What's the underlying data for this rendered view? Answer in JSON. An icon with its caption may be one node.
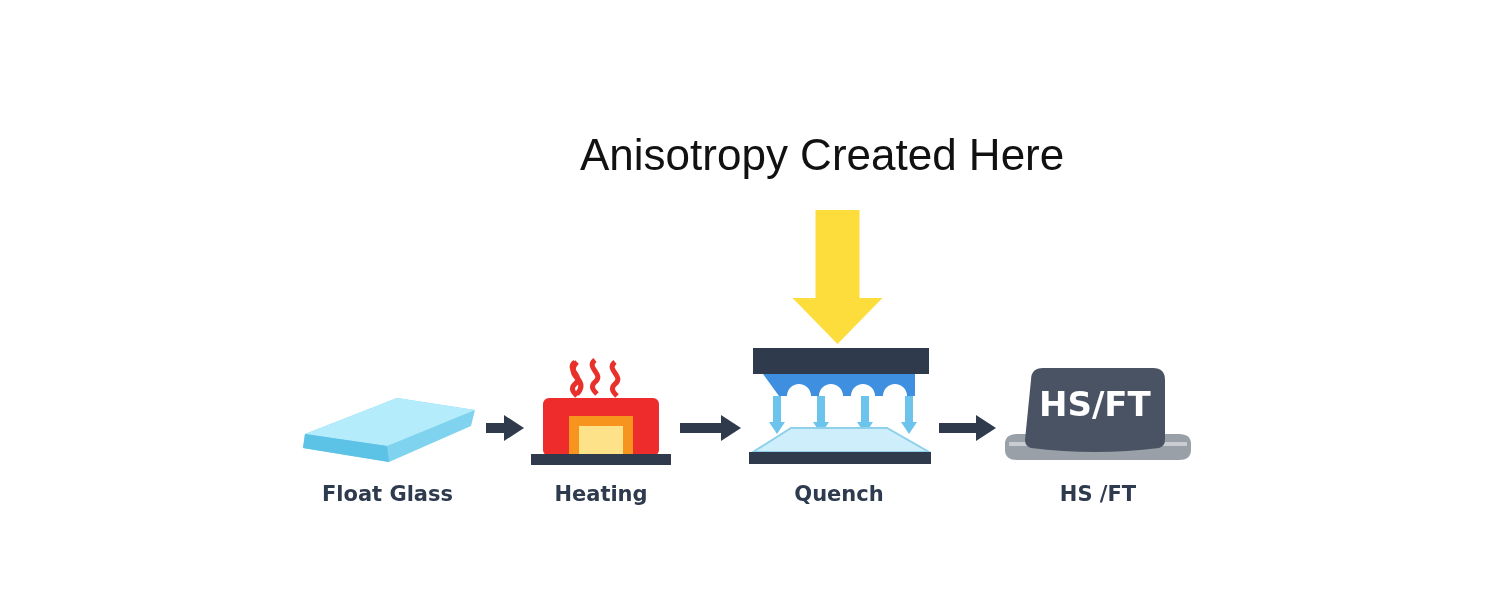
{
  "diagram": {
    "nodes": [
      {
        "text": [
          "Anisotropy Created Here"
        ]
      },
      {
        "text": [
          "Float Glass"
        ]
      },
      {
        "text": [
          "Heating"
        ]
      },
      {
        "text": [
          "Quench"
        ]
      },
      {
        "text": [
          "HS/FT",
          "HS /FT"
        ]
      }
    ],
    "edges": [
      {
        "from": 1,
        "to": 2,
        "arrow": "to"
      },
      {
        "from": 2,
        "to": 3,
        "arrow": "to"
      },
      {
        "from": 3,
        "to": 4,
        "arrow": "to"
      },
      {
        "from": 0,
        "to": 3,
        "arrow": "to",
        "style": "thick",
        "color": "#fddd3c"
      }
    ]
  }
}
